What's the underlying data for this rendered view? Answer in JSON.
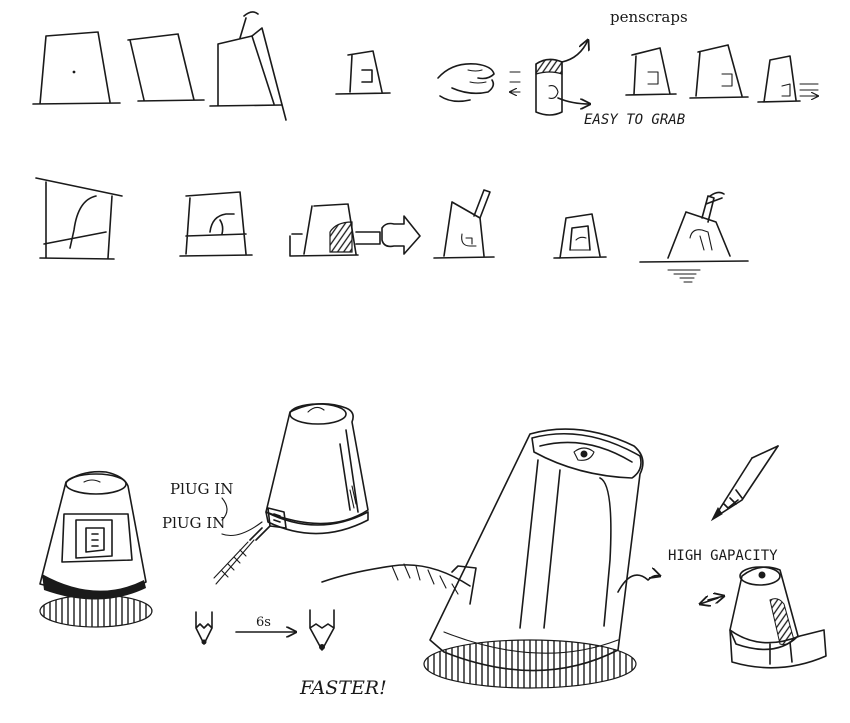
{
  "annotations": {
    "penscraps": "penscraps",
    "easy_to_grab": "EASY TO GRAB",
    "plug_in_upper": "PlUG IN",
    "plug_in_lower": "PlUG IN",
    "time_interval": "6s",
    "faster": "FASTER!",
    "high_capacity": "HIGH GAPACITY"
  },
  "colors": {
    "ink": "#1a1a1a",
    "paper": "#ffffff"
  }
}
